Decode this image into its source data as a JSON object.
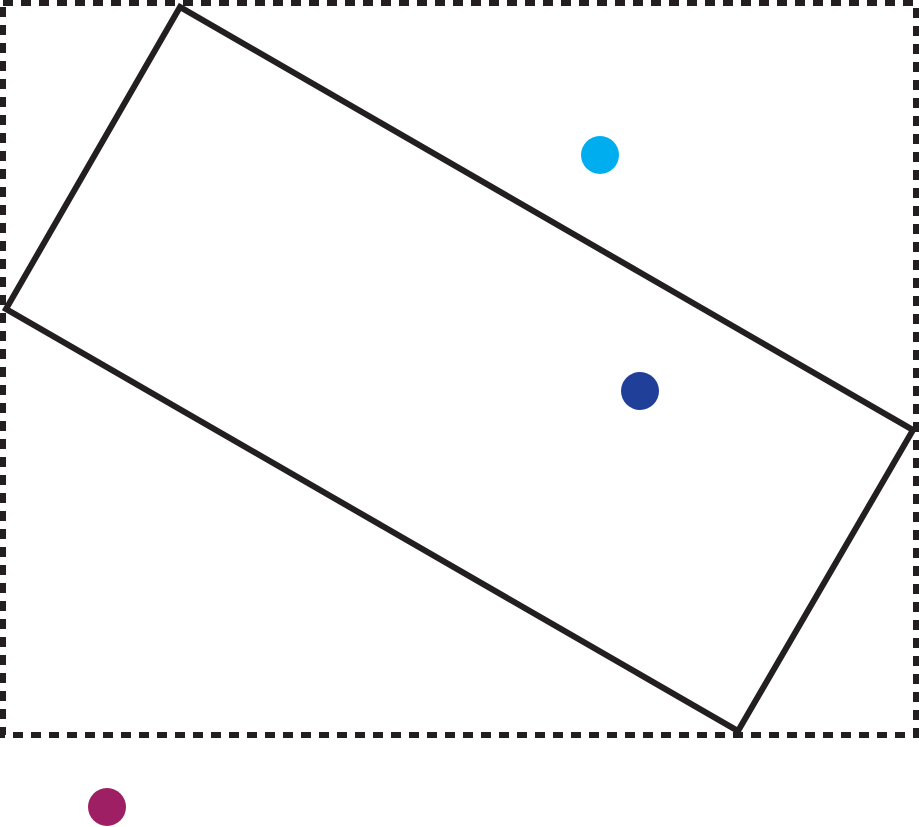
{
  "diagram": {
    "colors": {
      "background": "#ffffff",
      "stroke": "#231f20",
      "point_light_blue": "#00aeef",
      "point_dark_blue": "#1f3f99",
      "point_magenta": "#9e1f63"
    },
    "shapes": [
      {
        "name": "bounding-box",
        "type": "dashed-rectangle"
      },
      {
        "name": "rotated-rectangle",
        "type": "rotated-rectangle"
      }
    ],
    "points": [
      {
        "name": "light-blue-point",
        "color": "#00aeef"
      },
      {
        "name": "dark-blue-point",
        "color": "#1f3f99"
      },
      {
        "name": "magenta-point",
        "color": "#9e1f63"
      }
    ]
  }
}
